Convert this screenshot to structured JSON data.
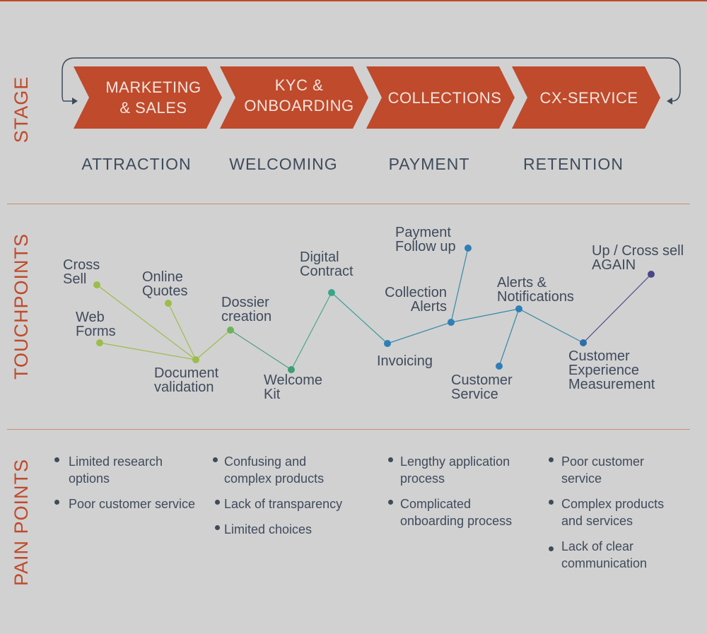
{
  "sections": {
    "stage": "STAGE",
    "touchpoints": "TOUCHPOINTS",
    "pain_points": "PAIN POINTS"
  },
  "stages": [
    {
      "name": "MARKETING\n& SALES",
      "phase": "ATTRACTION"
    },
    {
      "name": "KYC &\nONBOARDING",
      "phase": "WELCOMING"
    },
    {
      "name": "COLLECTIONS",
      "phase": "PAYMENT"
    },
    {
      "name": "CX-SERVICE",
      "phase": "RETENTION"
    }
  ],
  "touchpoints": {
    "cross_sell": "Cross\nSell",
    "web_forms": "Web\nForms",
    "online_quotes": "Online\nQuotes",
    "document_validation": "Document\nvalidation",
    "dossier_creation": "Dossier\ncreation",
    "welcome_kit": "Welcome\nKit",
    "digital_contract": "Digital\nContract",
    "invoicing": "Invoicing",
    "collection_alerts": "Collection\nAlerts",
    "payment_follow_up": "Payment\nFollow up",
    "customer_service": "Customer\nService",
    "alerts_notifications": "Alerts &\nNotifications",
    "cx_measurement": "Customer\nExperience\nMeasurement",
    "up_cross_sell_again": "Up / Cross sell\nAGAIN"
  },
  "pain_points": [
    [
      "Limited research\noptions",
      "Poor customer service"
    ],
    [
      "Confusing and\ncomplex products",
      "Lack of transparency",
      "Limited choices"
    ],
    [
      "Lengthy application\nprocess",
      "Complicated\nonboarding process"
    ],
    [
      "Poor customer\nservice",
      "Complex products\nand services",
      "Lack of clear\ncommunication"
    ]
  ],
  "colors": {
    "accent": "#bf4a2c",
    "text": "#3f4b5c",
    "background": "#d1d1d1",
    "green_light": "#9bbd4b",
    "green": "#5aab6e",
    "teal": "#3a9f96",
    "blue": "#2f7fb6",
    "purple": "#4a4688"
  }
}
